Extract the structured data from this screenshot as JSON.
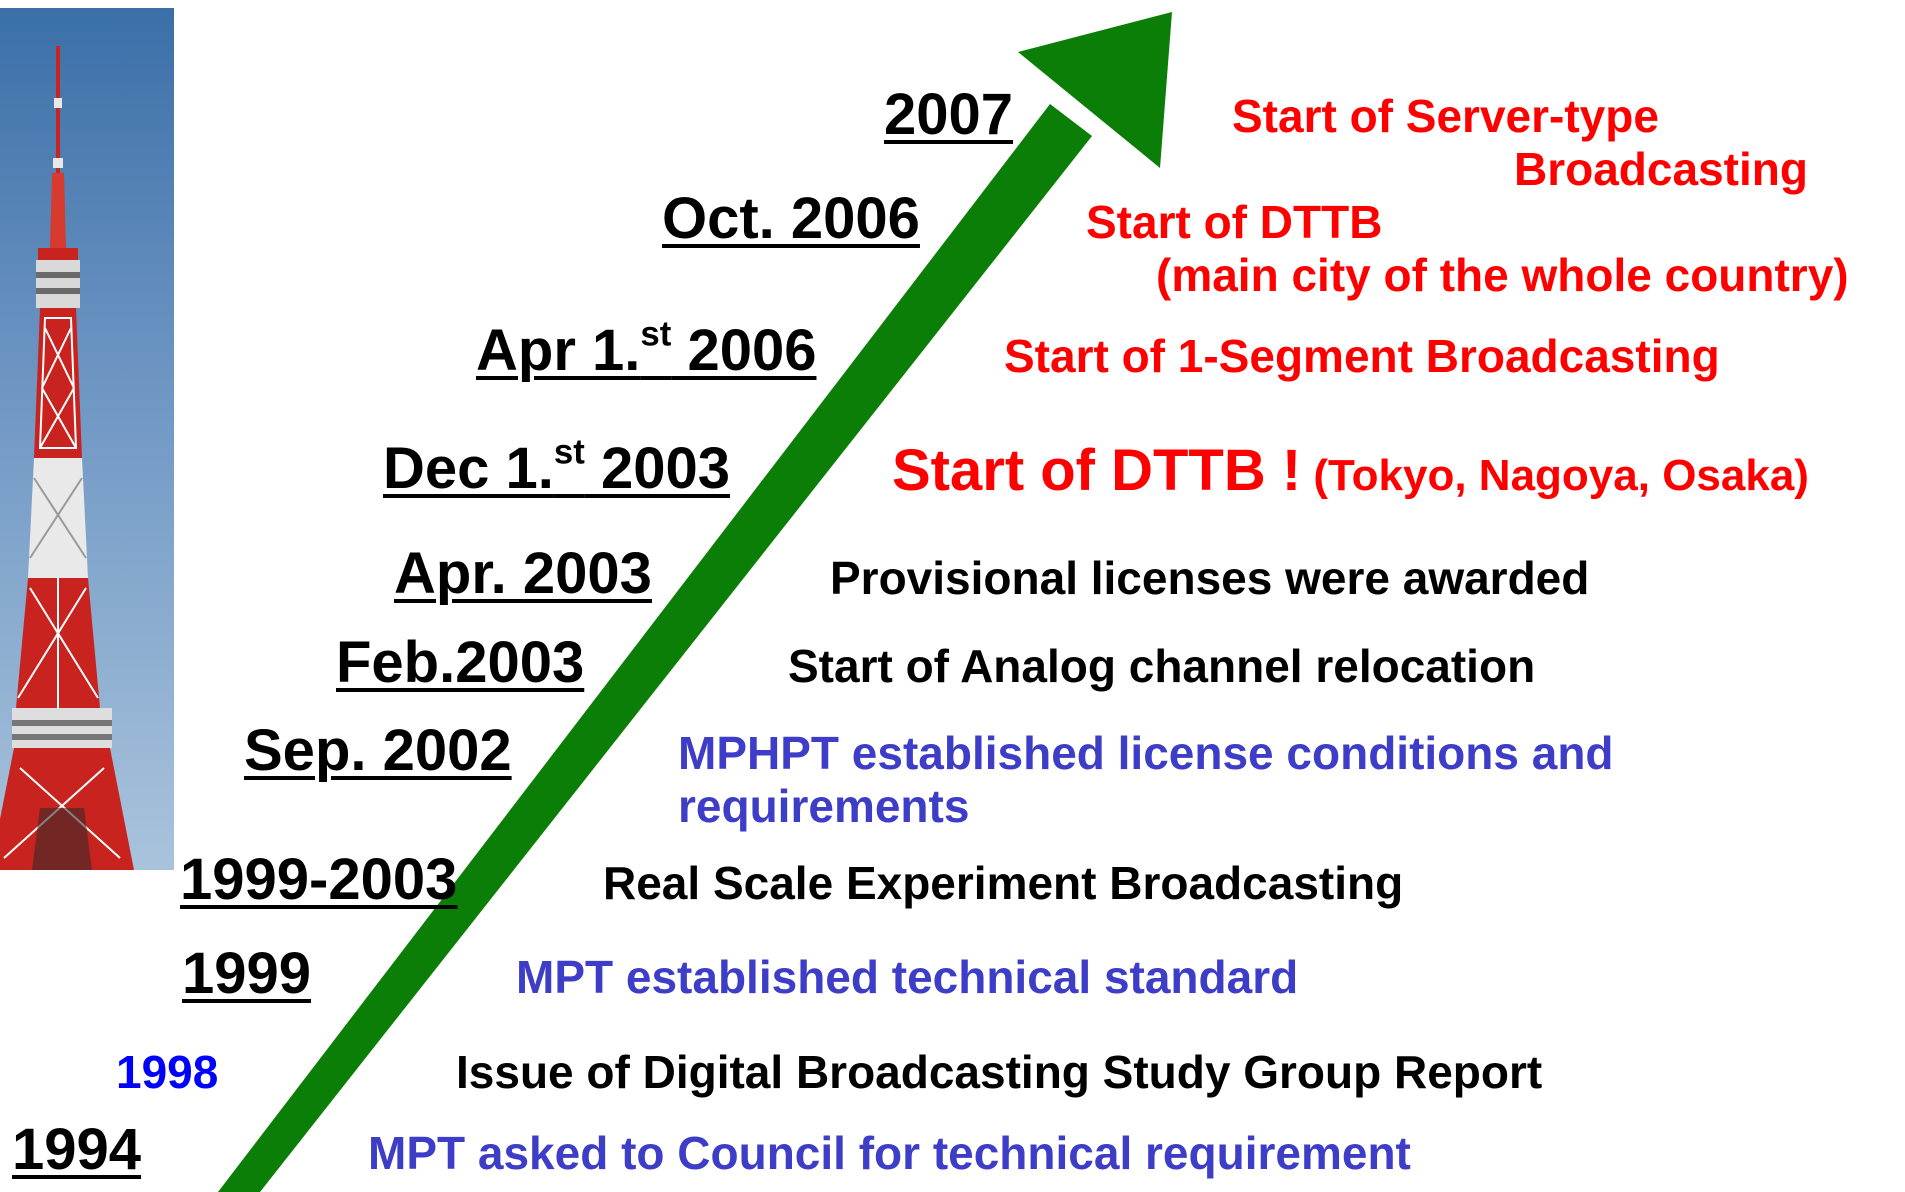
{
  "colors": {
    "arrow": "#0a7e07",
    "red": "#ff0000",
    "blue": "#3d3dc8",
    "small_year_blue": "#0000ff",
    "black": "#000000",
    "sky_top": "#3b6fa8",
    "sky_bottom": "#a9c3dc",
    "tower_red": "#c8231e"
  },
  "icons": {
    "photo": "tokyo-tower-photo",
    "arrow": "growth-arrow-icon"
  },
  "timeline": [
    {
      "date": "2007",
      "event_lines": [
        "Start of Server-type",
        "Broadcasting"
      ],
      "color": "red"
    },
    {
      "date": "Oct. 2006",
      "event_lines": [
        "Start of DTTB",
        "(main city of the whole country)"
      ],
      "color": "red"
    },
    {
      "date_main": "Apr 1.",
      "date_sup": "st",
      "date_tail": " 2006",
      "event": "Start of 1-Segment Broadcasting",
      "color": "red"
    },
    {
      "date_main": "Dec 1.",
      "date_sup": "st",
      "date_tail": " 2003",
      "event_main": "Start of DTTB !",
      "event_sub": " (Tokyo, Nagoya, Osaka)",
      "color": "red"
    },
    {
      "date": "Apr. 2003",
      "event": "Provisional licenses were awarded",
      "color": "black"
    },
    {
      "date": "Feb.2003",
      "event": "Start of Analog channel relocation",
      "color": "black"
    },
    {
      "date": "Sep. 2002",
      "event_lines": [
        "MPHPT established license conditions and",
        "requirements"
      ],
      "color": "blue"
    },
    {
      "date": "1999-2003",
      "event": "Real Scale Experiment Broadcasting",
      "color": "black"
    },
    {
      "date": "1999",
      "event": "MPT established technical standard",
      "color": "blue"
    },
    {
      "date": "1998",
      "event": "Issue of Digital Broadcasting Study Group Report",
      "color": "black"
    },
    {
      "date": "1994",
      "event": "MPT asked to Council for technical requirement",
      "color": "blue"
    }
  ]
}
